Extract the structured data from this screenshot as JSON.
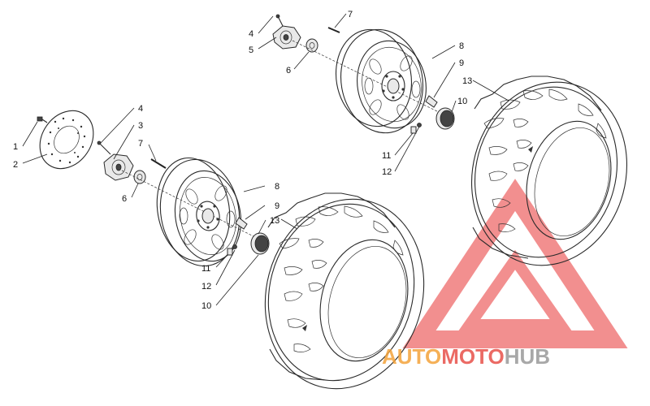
{
  "callouts": {
    "l1": "1",
    "l2": "2",
    "l3": "3",
    "l4": "4",
    "l6": "6",
    "l7": "7",
    "l8": "8",
    "l9": "9",
    "l10": "10",
    "l11": "11",
    "l12": "12",
    "l13": "13",
    "r4": "4",
    "r5": "5",
    "r6": "6",
    "r7": "7",
    "r8": "8",
    "r9": "9",
    "r10": "10",
    "r11": "11",
    "r12": "12",
    "r13": "13"
  },
  "watermark": {
    "part1": "AUTO",
    "part2": "MOTO",
    "part3": "HUB",
    "color1": "#f4a33a",
    "color2": "#e8514a",
    "color3": "#9a9a9a"
  }
}
